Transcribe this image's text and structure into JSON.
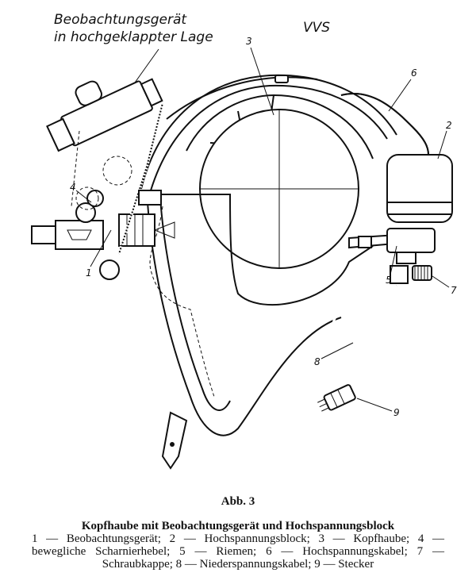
{
  "figure": {
    "annotation_line1": "Beobachtungsgerät",
    "annotation_line2": "in hochgeklappter Lage",
    "mark": "VVS",
    "labels": [
      "1",
      "2",
      "3",
      "4",
      "5",
      "6",
      "7",
      "8",
      "9"
    ]
  },
  "caption": {
    "figure_number": "Abb. 3",
    "title": "Kopfhaube mit Beobachtungsgerät und Hochspannungsblock",
    "legend": "1 — Beobachtungsgerät; 2 — Hochspannungsblock; 3 — Kopfhaube; 4 — bewegliche Scharnierhebel; 5 — Riemen; 6 — Hochspannungskabel; 7 — Schraubkappe; 8 — Niederspannungskabel; 9 — Stecker"
  }
}
